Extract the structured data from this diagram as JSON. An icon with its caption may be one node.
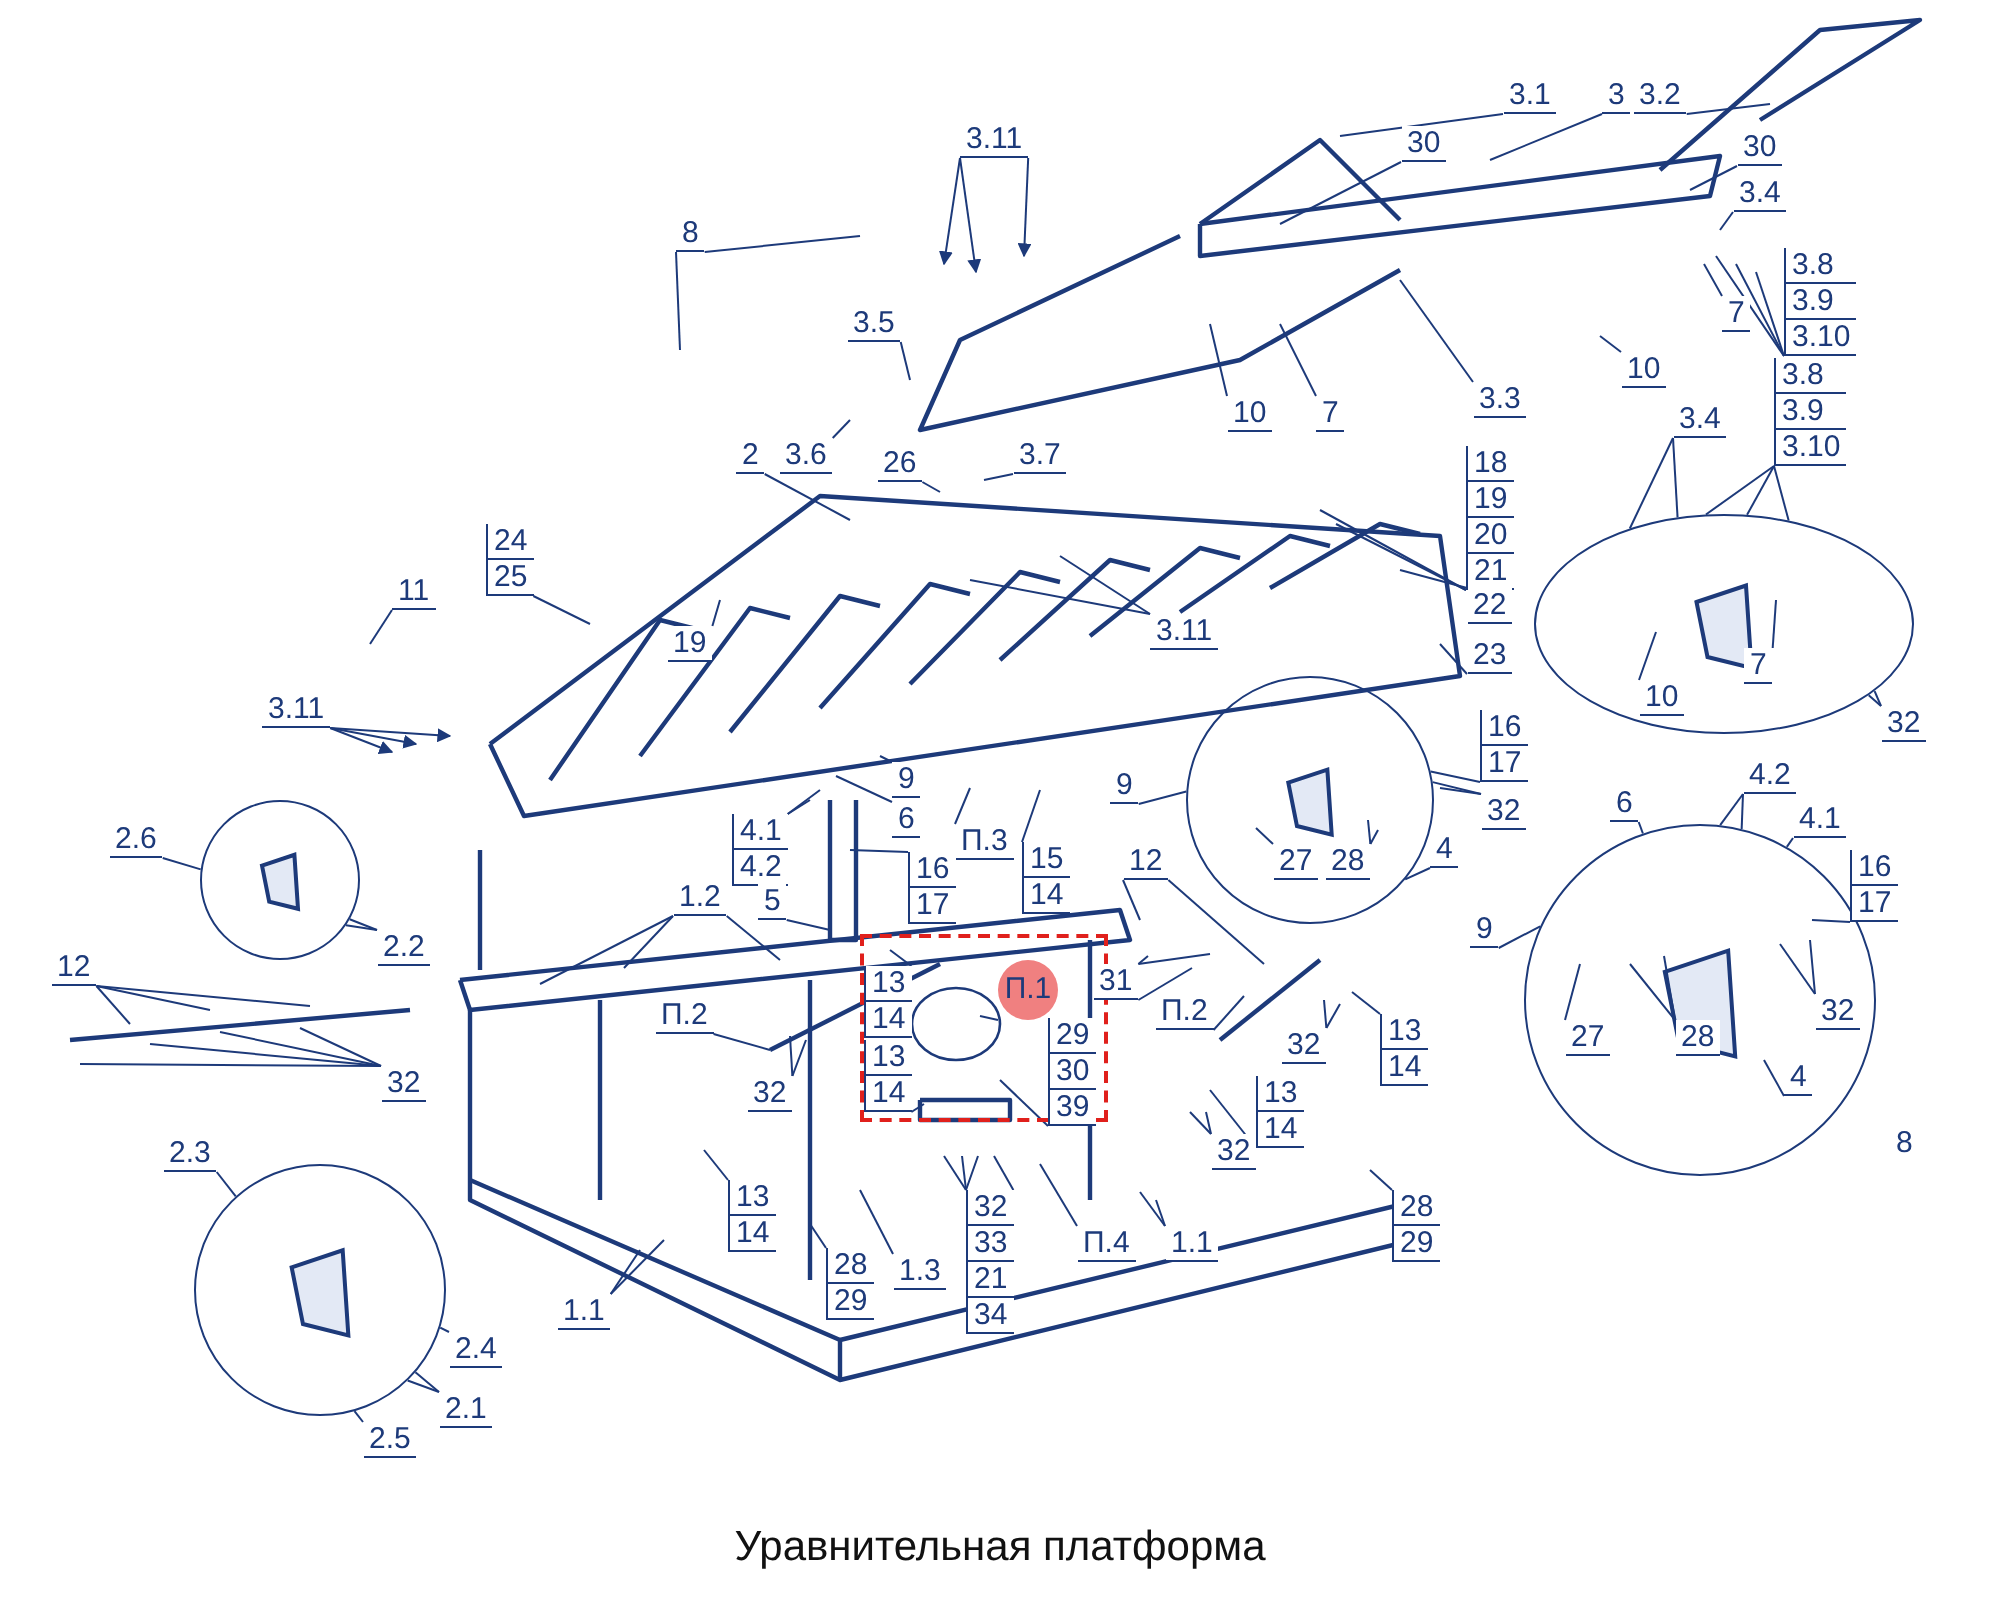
{
  "diagram": {
    "caption": "Уравнительная платформа",
    "nodes": [
      {
        "text": [],
        "shape": "circle"
      },
      {
        "text": [],
        "shape": "circle"
      },
      {
        "text": [],
        "shape": "circle"
      },
      {
        "text": [],
        "shape": "circle"
      },
      {
        "text": [],
        "shape": "circle"
      },
      {
        "text": [
          "3.1"
        ]
      },
      {
        "text": [
          "3"
        ]
      },
      {
        "text": [
          "3.2"
        ]
      },
      {
        "text": [
          "30"
        ]
      },
      {
        "text": [
          "30"
        ]
      },
      {
        "text": [
          "3.4"
        ]
      },
      {
        "text": [
          "3.8",
          "3.9",
          "3.10"
        ]
      },
      {
        "text": [
          "7"
        ]
      },
      {
        "text": [
          "10"
        ]
      },
      {
        "text": [
          "3.3"
        ]
      },
      {
        "text": [
          "10"
        ]
      },
      {
        "text": [
          "7"
        ]
      },
      {
        "text": [
          "3.11"
        ]
      },
      {
        "text": [
          "8"
        ]
      },
      {
        "text": [
          "3.5"
        ]
      },
      {
        "text": [
          "3.6"
        ]
      },
      {
        "text": [
          "2"
        ]
      },
      {
        "text": [
          "26"
        ]
      },
      {
        "text": [
          "3.7"
        ]
      },
      {
        "text": [
          "24",
          "25"
        ]
      },
      {
        "text": [
          "11"
        ]
      },
      {
        "text": [
          "19"
        ]
      },
      {
        "text": [
          "18",
          "19",
          "20",
          "21"
        ]
      },
      {
        "text": [
          "22"
        ]
      },
      {
        "text": [
          "23"
        ]
      },
      {
        "text": [
          "3.11"
        ]
      },
      {
        "text": [
          "3.11"
        ]
      },
      {
        "text": [
          "3.4"
        ]
      },
      {
        "text": [
          "3.8",
          "3.9",
          "3.10"
        ]
      },
      {
        "text": [
          "7"
        ],
        "in": 0
      },
      {
        "text": [
          "10"
        ],
        "in": 0
      },
      {
        "text": [
          "32"
        ]
      },
      {
        "text": [
          "9"
        ]
      },
      {
        "text": [
          "6"
        ]
      },
      {
        "text": [
          "П.3"
        ]
      },
      {
        "text": [
          "4.1",
          "4.2"
        ]
      },
      {
        "text": [
          "16",
          "17"
        ]
      },
      {
        "text": [
          "15",
          "14"
        ]
      },
      {
        "text": [
          "5"
        ]
      },
      {
        "text": [
          "1.2"
        ]
      },
      {
        "text": [
          "2.6"
        ]
      },
      {
        "text": [
          "2.2"
        ]
      },
      {
        "text": [
          "12"
        ]
      },
      {
        "text": [
          "32"
        ]
      },
      {
        "text": [
          "П.2"
        ]
      },
      {
        "text": [
          "32"
        ]
      },
      {
        "text": [
          "13",
          "14"
        ]
      },
      {
        "text": [
          "1.1"
        ]
      },
      {
        "text": [
          "28",
          "29"
        ]
      },
      {
        "text": [
          "1.3"
        ]
      },
      {
        "text": [
          "2.3"
        ]
      },
      {
        "text": [
          "2.4"
        ]
      },
      {
        "text": [
          "2.1"
        ]
      },
      {
        "text": [
          "2.5"
        ]
      },
      {
        "text": [],
        "shape": "box"
      },
      {
        "text": [
          "П.1"
        ],
        "in": 59
      },
      {
        "text": [
          "13",
          "14"
        ],
        "in": 59
      },
      {
        "text": [
          "13",
          "14"
        ],
        "in": 59
      },
      {
        "text": [
          "29",
          "30",
          "39"
        ],
        "in": 59
      },
      {
        "text": [
          "32",
          "33",
          "21",
          "34"
        ]
      },
      {
        "text": [
          "П.4"
        ]
      },
      {
        "text": [
          "1.1"
        ]
      },
      {
        "text": [
          "28",
          "29"
        ]
      },
      {
        "text": [
          "12"
        ]
      },
      {
        "text": [
          "31"
        ]
      },
      {
        "text": [
          "П.2"
        ]
      },
      {
        "text": [
          "32"
        ]
      },
      {
        "text": [
          "13",
          "14"
        ]
      },
      {
        "text": [
          "13",
          "14"
        ]
      },
      {
        "text": [
          "32"
        ]
      },
      {
        "text": [
          "16",
          "17"
        ]
      },
      {
        "text": [
          "32"
        ]
      },
      {
        "text": [
          "9"
        ]
      },
      {
        "text": [
          "27"
        ],
        "in": 1
      },
      {
        "text": [
          "28"
        ],
        "in": 1
      },
      {
        "text": [
          "4"
        ]
      },
      {
        "text": [
          "6"
        ]
      },
      {
        "text": [
          "4.2"
        ]
      },
      {
        "text": [
          "4.1"
        ]
      },
      {
        "text": [
          "16",
          "17"
        ]
      },
      {
        "text": [
          "9"
        ]
      },
      {
        "text": [
          "27"
        ],
        "in": 3
      },
      {
        "text": [
          "28"
        ],
        "in": 3
      },
      {
        "text": [
          "32"
        ],
        "in": 3
      },
      {
        "text": [
          "4"
        ],
        "in": 3
      }
    ],
    "edges": [
      {
        "from": 5,
        "to": null,
        "arrow": "none"
      },
      {
        "from": 6,
        "to": null,
        "arrow": "none"
      },
      {
        "from": 7,
        "to": null,
        "arrow": "none"
      },
      {
        "from": 8,
        "to": null,
        "arrow": "none"
      },
      {
        "from": 9,
        "to": null,
        "arrow": "none"
      },
      {
        "from": 10,
        "to": null,
        "arrow": "none"
      },
      {
        "from": 11,
        "to": null,
        "arrow": "none"
      },
      {
        "from": 11,
        "to": null,
        "arrow": "none"
      },
      {
        "from": 11,
        "to": null,
        "arrow": "none"
      },
      {
        "from": 12,
        "to": null,
        "arrow": "none"
      },
      {
        "from": 13,
        "to": null,
        "arrow": "none"
      },
      {
        "from": 14,
        "to": null,
        "arrow": "none"
      },
      {
        "from": 15,
        "to": null,
        "arrow": "none"
      },
      {
        "from": 16,
        "to": null,
        "arrow": "none"
      },
      {
        "from": 17,
        "to": null,
        "arrow": "to"
      },
      {
        "from": 17,
        "to": null,
        "arrow": "to"
      },
      {
        "from": 17,
        "to": null,
        "arrow": "to"
      },
      {
        "from": 18,
        "to": null,
        "arrow": "none"
      },
      {
        "from": 18,
        "to": null,
        "arrow": "none"
      },
      {
        "from": 19,
        "to": null,
        "arrow": "none"
      },
      {
        "from": 20,
        "to": null,
        "arrow": "none"
      },
      {
        "from": 21,
        "to": null,
        "arrow": "none"
      },
      {
        "from": 22,
        "to": null,
        "arrow": "none"
      },
      {
        "from": 23,
        "to": null,
        "arrow": "none"
      },
      {
        "from": 24,
        "to": null,
        "arrow": "none"
      },
      {
        "from": 25,
        "to": null,
        "arrow": "none"
      },
      {
        "from": 26,
        "to": null,
        "arrow": "none"
      },
      {
        "from": 27,
        "to": null,
        "arrow": "none"
      },
      {
        "from": 27,
        "to": null,
        "arrow": "none"
      },
      {
        "from": 28,
        "to": null,
        "arrow": "none"
      },
      {
        "from": 29,
        "to": null,
        "arrow": "none"
      },
      {
        "from": 30,
        "to": null,
        "arrow": "none"
      },
      {
        "from": 30,
        "to": null,
        "arrow": "none"
      },
      {
        "from": 31,
        "to": null,
        "arrow": "to"
      },
      {
        "from": 31,
        "to": null,
        "arrow": "to"
      },
      {
        "from": 31,
        "to": null,
        "arrow": "to"
      },
      {
        "from": 32,
        "to": 0,
        "arrow": "none"
      },
      {
        "from": 32,
        "to": 0,
        "arrow": "none"
      },
      {
        "from": 33,
        "to": 0,
        "arrow": "none"
      },
      {
        "from": 33,
        "to": 0,
        "arrow": "none"
      },
      {
        "from": 33,
        "to": 0,
        "arrow": "none"
      },
      {
        "from": 34,
        "to": null,
        "arrow": "none"
      },
      {
        "from": 35,
        "to": null,
        "arrow": "none"
      },
      {
        "from": 36,
        "to": 0,
        "arrow": "none"
      },
      {
        "from": 36,
        "to": 0,
        "arrow": "none"
      },
      {
        "from": 37,
        "to": null,
        "arrow": "none"
      },
      {
        "from": 38,
        "to": null,
        "arrow": "none"
      },
      {
        "from": 39,
        "to": null,
        "arrow": "none"
      },
      {
        "from": 40,
        "to": null,
        "arrow": "none"
      },
      {
        "from": 40,
        "to": null,
        "arrow": "none"
      },
      {
        "from": 41,
        "to": null,
        "arrow": "none"
      },
      {
        "from": 42,
        "to": null,
        "arrow": "none"
      },
      {
        "from": 43,
        "to": null,
        "arrow": "none"
      },
      {
        "from": 44,
        "to": null,
        "arrow": "none"
      },
      {
        "from": 44,
        "to": null,
        "arrow": "none"
      },
      {
        "from": 44,
        "to": null,
        "arrow": "none"
      },
      {
        "from": 45,
        "to": 2,
        "arrow": "none"
      },
      {
        "from": 46,
        "to": 2,
        "arrow": "none"
      },
      {
        "from": 46,
        "to": 2,
        "arrow": "none"
      },
      {
        "from": 47,
        "to": null,
        "arrow": "none"
      },
      {
        "from": 47,
        "to": null,
        "arrow": "none"
      },
      {
        "from": 47,
        "to": null,
        "arrow": "none"
      },
      {
        "from": 48,
        "to": null,
        "arrow": "none"
      },
      {
        "from": 48,
        "to": null,
        "arrow": "none"
      },
      {
        "from": 48,
        "to": null,
        "arrow": "none"
      },
      {
        "from": 48,
        "to": null,
        "arrow": "none"
      },
      {
        "from": 49,
        "to": null,
        "arrow": "none"
      },
      {
        "from": 50,
        "to": null,
        "arrow": "none"
      },
      {
        "from": 50,
        "to": null,
        "arrow": "none"
      },
      {
        "from": 51,
        "to": null,
        "arrow": "none"
      },
      {
        "from": 52,
        "to": null,
        "arrow": "none"
      },
      {
        "from": 52,
        "to": null,
        "arrow": "none"
      },
      {
        "from": 53,
        "to": null,
        "arrow": "none"
      },
      {
        "from": 54,
        "to": null,
        "arrow": "none"
      },
      {
        "from": 55,
        "to": 4,
        "arrow": "none"
      },
      {
        "from": 56,
        "to": 4,
        "arrow": "none"
      },
      {
        "from": 57,
        "to": 4,
        "arrow": "none"
      },
      {
        "from": 57,
        "to": 4,
        "arrow": "none"
      },
      {
        "from": 58,
        "to": 4,
        "arrow": "none"
      },
      {
        "from": 60,
        "to": null,
        "arrow": "none"
      },
      {
        "from": 61,
        "to": null,
        "arrow": "none"
      },
      {
        "from": 62,
        "to": null,
        "arrow": "none"
      },
      {
        "from": 63,
        "to": null,
        "arrow": "none"
      },
      {
        "from": 64,
        "to": null,
        "arrow": "none"
      },
      {
        "from": 64,
        "to": null,
        "arrow": "none"
      },
      {
        "from": 64,
        "to": null,
        "arrow": "none"
      },
      {
        "from": 64,
        "to": null,
        "arrow": "none"
      },
      {
        "from": 65,
        "to": null,
        "arrow": "none"
      },
      {
        "from": 66,
        "to": null,
        "arrow": "none"
      },
      {
        "from": 66,
        "to": null,
        "arrow": "none"
      },
      {
        "from": 67,
        "to": null,
        "arrow": "none"
      },
      {
        "from": 68,
        "to": null,
        "arrow": "none"
      },
      {
        "from": 68,
        "to": null,
        "arrow": "none"
      },
      {
        "from": 69,
        "to": null,
        "arrow": "none"
      },
      {
        "from": 69,
        "to": null,
        "arrow": "none"
      },
      {
        "from": 69,
        "to": null,
        "arrow": "none"
      },
      {
        "from": 70,
        "to": null,
        "arrow": "none"
      },
      {
        "from": 71,
        "to": null,
        "arrow": "none"
      },
      {
        "from": 71,
        "to": null,
        "arrow": "none"
      },
      {
        "from": 72,
        "to": null,
        "arrow": "none"
      },
      {
        "from": 73,
        "to": null,
        "arrow": "none"
      },
      {
        "from": 74,
        "to": null,
        "arrow": "none"
      },
      {
        "from": 74,
        "to": null,
        "arrow": "none"
      },
      {
        "from": 75,
        "to": 1,
        "arrow": "none"
      },
      {
        "from": 76,
        "to": 1,
        "arrow": "none"
      },
      {
        "from": 76,
        "to": 1,
        "arrow": "none"
      },
      {
        "from": 77,
        "to": 1,
        "arrow": "none"
      },
      {
        "from": 78,
        "to": null,
        "arrow": "none"
      },
      {
        "from": 79,
        "to": null,
        "arrow": "none"
      },
      {
        "from": 79,
        "to": null,
        "arrow": "none"
      },
      {
        "from": 80,
        "to": 1,
        "arrow": "none"
      },
      {
        "from": 81,
        "to": 3,
        "arrow": "none"
      },
      {
        "from": 82,
        "to": 3,
        "arrow": "none"
      },
      {
        "from": 82,
        "to": 3,
        "arrow": "none"
      },
      {
        "from": 83,
        "to": 3,
        "arrow": "none"
      },
      {
        "from": 84,
        "to": 3,
        "arrow": "none"
      },
      {
        "from": 85,
        "to": 3,
        "arrow": "none"
      },
      {
        "from": 86,
        "to": null,
        "arrow": "none"
      },
      {
        "from": 87,
        "to": null,
        "arrow": "none"
      },
      {
        "from": 87,
        "to": null,
        "arrow": "none"
      },
      {
        "from": 88,
        "to": null,
        "arrow": "none"
      },
      {
        "from": 88,
        "to": null,
        "arrow": "none"
      },
      {
        "from": 89,
        "to": null,
        "arrow": "none"
      }
    ],
    "labels": [
      "8"
    ]
  }
}
